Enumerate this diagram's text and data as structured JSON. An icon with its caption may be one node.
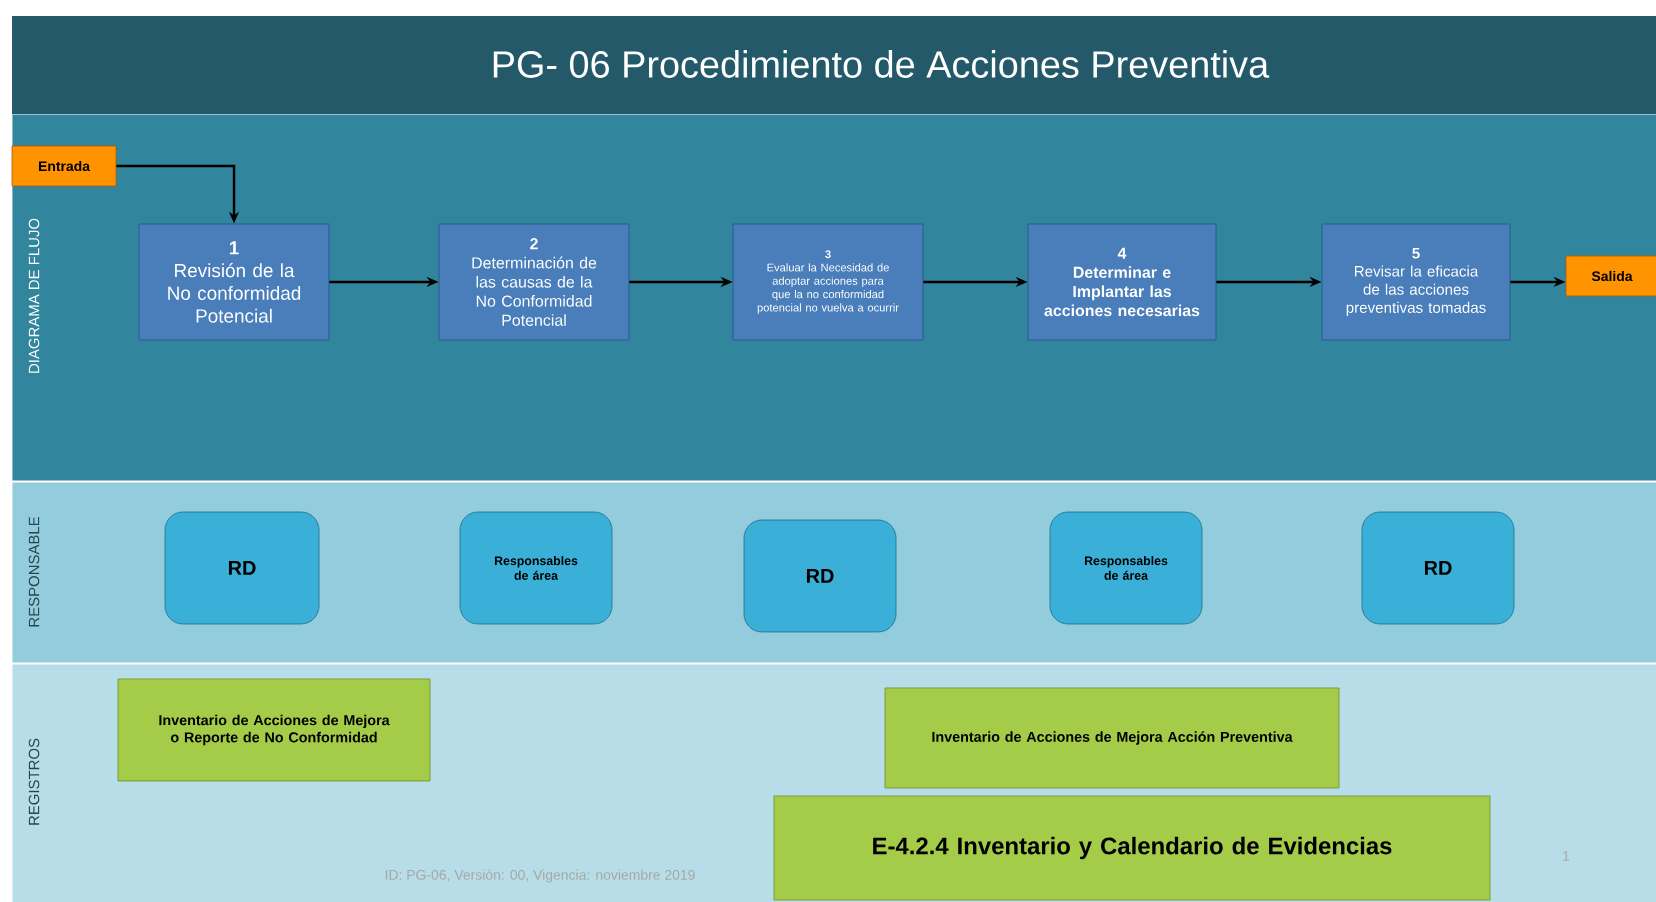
{
  "diagram": {
    "title": "PG-  06 Procedimiento de Acciones Preventiva",
    "nodes": [
      {
        "text": [
          "DIAGRAMA DE FLUJO"
        ]
      },
      {
        "text": [
          "Entrada"
        ],
        "in": 0
      },
      {
        "text": [
          "1",
          "Revisión de la No conformidad Potencial"
        ],
        "in": 0
      },
      {
        "text": [
          "2",
          "Determinación de las causas de la No Conformidad Potencial"
        ],
        "in": 0
      },
      {
        "text": [
          "3",
          "Evaluar la Necesidad de adoptar acciones para que la no conformidad potencial no vuelva a ocurrir"
        ],
        "in": 0
      },
      {
        "text": [
          "4",
          "Determinar e Implantar las acciones necesarias"
        ],
        "in": 0
      },
      {
        "text": [
          "5",
          "Revisar la eficacia de las acciones preventivas tomadas"
        ],
        "in": 0
      },
      {
        "text": [
          "Salida"
        ],
        "in": 0
      },
      {
        "text": [
          "RESPONSABLE"
        ]
      },
      {
        "text": [
          "RD"
        ],
        "in": 8
      },
      {
        "text": [
          "Responsables de área"
        ],
        "in": 8
      },
      {
        "text": [
          "RD"
        ],
        "in": 8
      },
      {
        "text": [
          "Responsables de área"
        ],
        "in": 8
      },
      {
        "text": [
          "RD"
        ],
        "in": 8
      },
      {
        "text": [
          "REGISTROS"
        ]
      },
      {
        "text": [
          "Inventario de Acciones de Mejora o Reporte de No Conformidad"
        ],
        "in": 14
      },
      {
        "text": [
          "Inventario de Acciones de Mejora Acción Preventiva"
        ],
        "in": 14
      },
      {
        "text": [
          "E-4.2.4 Inventario y Calendario de Evidencias"
        ],
        "in": 14
      }
    ],
    "edges": [
      {
        "from": 1,
        "to": 2,
        "arrow": "to"
      },
      {
        "from": 2,
        "to": 3,
        "arrow": "to"
      },
      {
        "from": 3,
        "to": 4,
        "arrow": "to"
      },
      {
        "from": 4,
        "to": 5,
        "arrow": "to"
      },
      {
        "from": 5,
        "to": 6,
        "arrow": "to"
      },
      {
        "from": 6,
        "to": 7,
        "arrow": "to"
      }
    ],
    "labels": [
      "ID: PG-06, Versión: 00, Vigencia: noviembre 2019",
      "1"
    ]
  }
}
